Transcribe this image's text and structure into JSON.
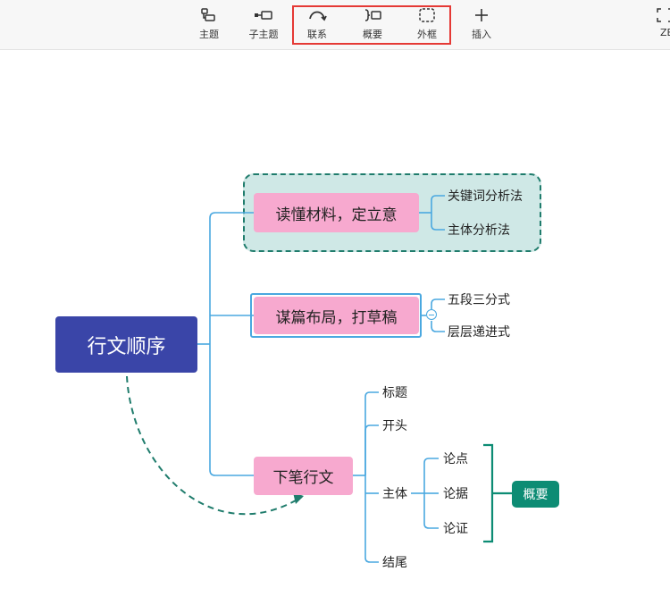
{
  "toolbar": {
    "items": [
      {
        "label": "主题",
        "icon": "topic-icon"
      },
      {
        "label": "子主题",
        "icon": "subtopic-icon"
      },
      {
        "label": "联系",
        "icon": "relationship-icon"
      },
      {
        "label": "概要",
        "icon": "summary-icon"
      },
      {
        "label": "外框",
        "icon": "boundary-icon"
      },
      {
        "label": "插入",
        "icon": "plus-icon"
      },
      {
        "label": "ZE",
        "icon": "zen-icon"
      }
    ]
  },
  "mindmap": {
    "root": "行文顺序",
    "branches": [
      {
        "label": "读懂材料，定立意",
        "children": [
          "关键词分析法",
          "主体分析法"
        ]
      },
      {
        "label": "谋篇布局，打草稿",
        "children": [
          "五段三分式",
          "层层递进式"
        ]
      },
      {
        "label": "下笔行文",
        "children": [
          "标题",
          "开头",
          "主体",
          "结尾"
        ]
      }
    ],
    "body_children": [
      "论点",
      "论据",
      "论证"
    ],
    "summary_label": "概要"
  },
  "colors": {
    "root": "#3a45a8",
    "main_topic": "#f7a9cf",
    "connector": "#4aa8e0",
    "boundary_fill": "#cfe8e6",
    "boundary_border": "#1f7c6c",
    "summary": "#0d8c74",
    "highlight": "#e53935"
  }
}
